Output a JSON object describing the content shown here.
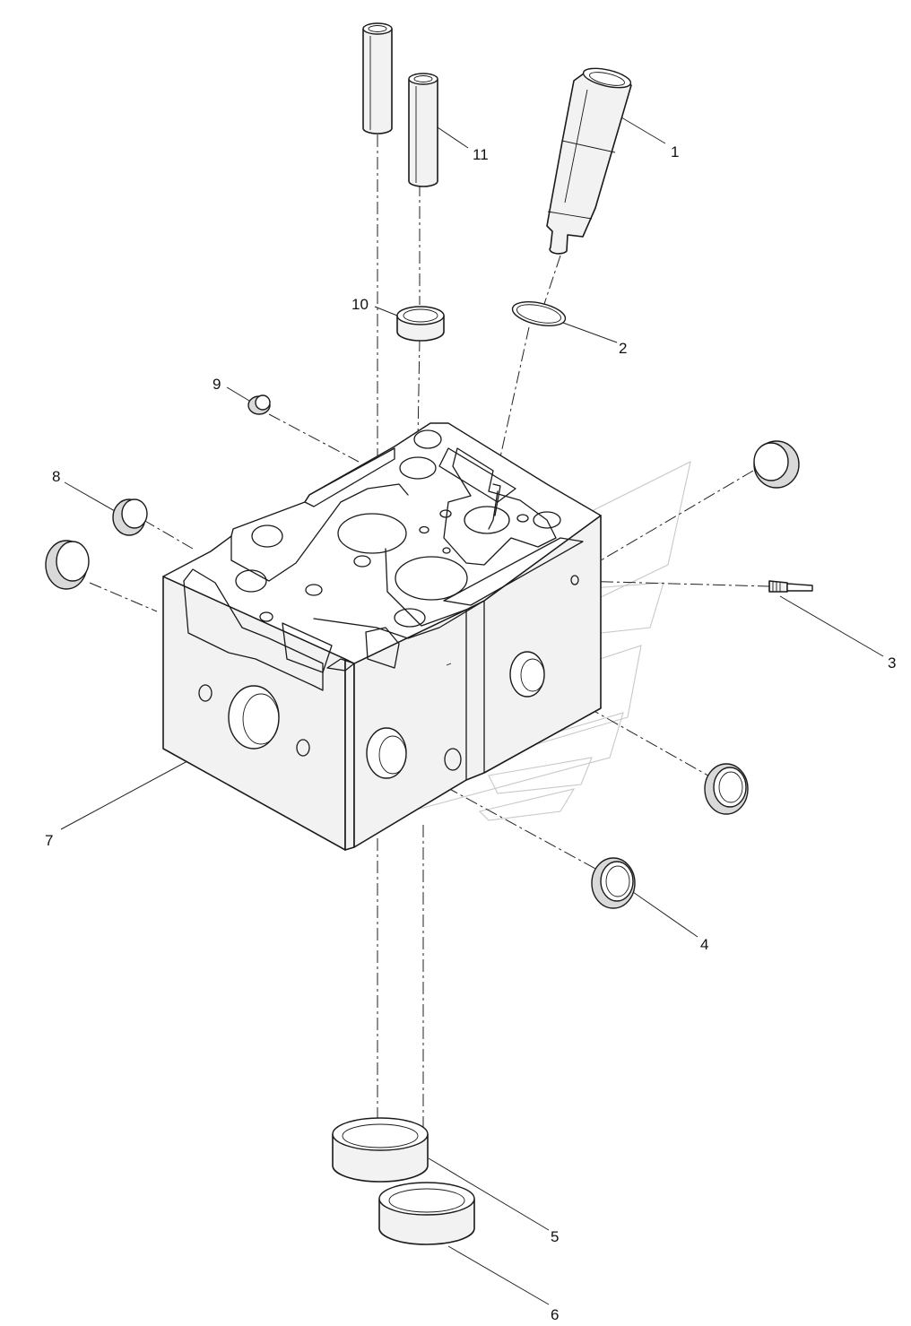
{
  "callouts": {
    "c1": "1",
    "c2": "2",
    "c3": "3",
    "c4": "4",
    "c5": "5",
    "c6": "6",
    "c7": "7",
    "c8": "8",
    "c9": "9",
    "c10": "10",
    "c11": "11"
  },
  "colors": {
    "line": "#1a1a1a",
    "fill": "#f2f2f2",
    "watermark": "#c8c8c8"
  }
}
